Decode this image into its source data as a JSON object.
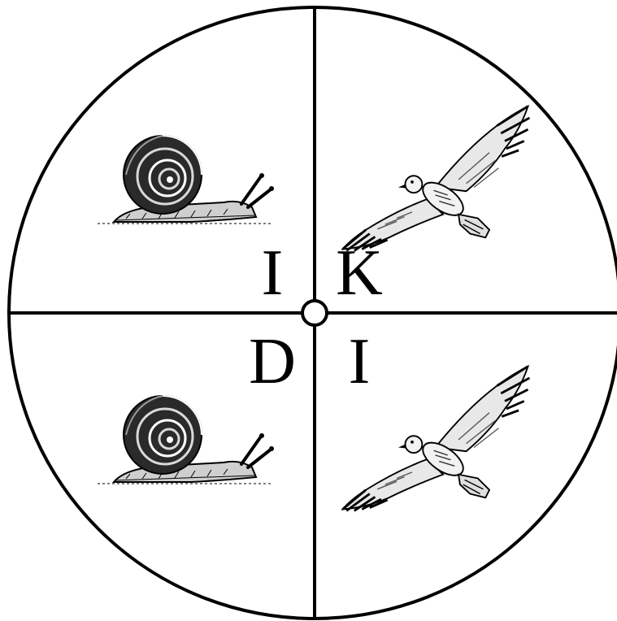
{
  "diagram": {
    "colors": {
      "ink": "#000000",
      "paper": "#ffffff"
    },
    "quadrant_letters": {
      "top_left": "I",
      "top_right": "K",
      "bottom_left": "D",
      "bottom_right": "I"
    },
    "quadrant_figures": {
      "top_left": "snail-illustration",
      "top_right": "hawk-illustration",
      "bottom_left": "snail-illustration",
      "bottom_right": "hawk-illustration"
    }
  }
}
